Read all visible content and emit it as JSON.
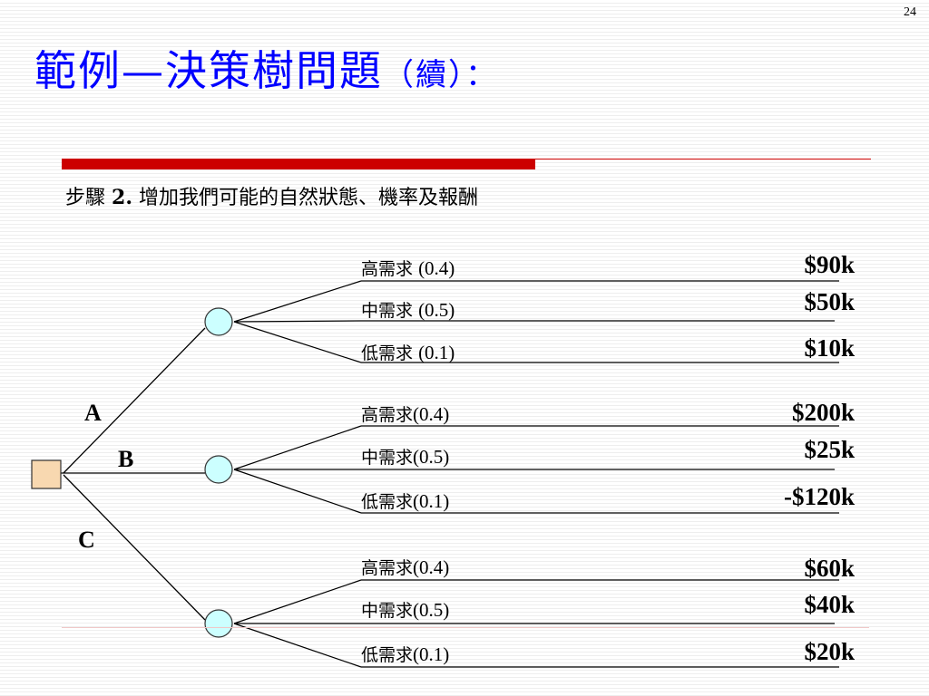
{
  "page_number": "24",
  "title": {
    "main": "範例—決策樹問題",
    "sub": "（續）："
  },
  "step_text": {
    "prefix": "步驟",
    "bold": "2.",
    "rest": "增加我們可能的自然狀態、機率及報酬"
  },
  "alternatives": [
    "A",
    "B",
    "C"
  ],
  "branches": [
    {
      "alternative": "A",
      "outcomes": [
        {
          "state": "高需求",
          "prob": "(0.4)",
          "payoff": "$90k"
        },
        {
          "state": "中需求",
          "prob": "(0.5)",
          "payoff": "$50k"
        },
        {
          "state": "低需求",
          "prob": "(0.1)",
          "payoff": "$10k"
        }
      ]
    },
    {
      "alternative": "B",
      "outcomes": [
        {
          "state": "高需求",
          "prob": "(0.4)",
          "payoff": "$200k"
        },
        {
          "state": "中需求",
          "prob": "(0.5)",
          "payoff": "$25k"
        },
        {
          "state": "低需求",
          "prob": "(0.1)",
          "payoff": "-$120k"
        }
      ]
    },
    {
      "alternative": "C",
      "outcomes": [
        {
          "state": "高需求",
          "prob": "(0.4)",
          "payoff": "$60k"
        },
        {
          "state": "中需求",
          "prob": "(0.5)",
          "payoff": "$40k"
        },
        {
          "state": "低需求",
          "prob": "(0.1)",
          "payoff": "$20k"
        }
      ]
    }
  ],
  "colors": {
    "title": "#0000ff",
    "accent_bar": "#cc0000",
    "decision_node": "#f8d8b0",
    "chance_node": "#ccffff"
  }
}
